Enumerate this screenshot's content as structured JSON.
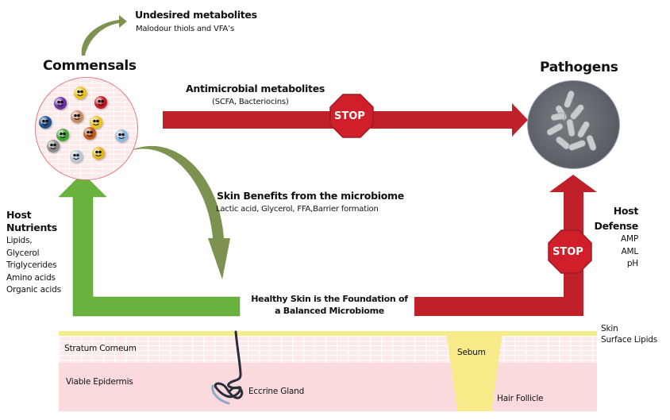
{
  "undesired": {
    "title": "Undesired metabolites",
    "subtitle": "Malodour thiols and VFA’s"
  },
  "commensals": {
    "title": "Commensals"
  },
  "pathogens": {
    "title": "Pathogens"
  },
  "antimicrobial": {
    "title": "Antimicrobial metabolites",
    "subtitle": "(SCFA, Bacteriocins)"
  },
  "skin_benefits": {
    "title": "Skin Benefits from the microbiome",
    "subtitle": "Lactic acid, Glycerol, FFA,Barrier formation"
  },
  "host_nutrients": {
    "title_line1": "Host",
    "title_line2": "Nutrients",
    "items": [
      "Lipids,",
      "Glycerol",
      "Triglycerides",
      "Amino acids",
      "Organic acids"
    ]
  },
  "host_defense": {
    "title_line1": "Host",
    "title_line2": "Defense",
    "items": [
      "AMP",
      "AML",
      "pH"
    ]
  },
  "healthy_skin": {
    "line1": "Healthy Skin is the Foundation of",
    "line2": "a Balanced Microbiome"
  },
  "stop_signs": {
    "top": "STOP",
    "right": "STOP"
  },
  "skin_layers": {
    "surface_lipids_line1": "Skin",
    "surface_lipids_line2": "Surface Lipids",
    "stratum_corneum": "Stratum Corneum",
    "viable_epidermis": "Viable Epidermis",
    "eccrine_gland": "Eccrine Gland",
    "sebum": "Sebum",
    "hair_follicle": "Hair Follicle"
  },
  "colors": {
    "green_arrow": "#6ab23e",
    "olive_arrow": "#7d9150",
    "red_arrow": "#c0202a",
    "stop_red": "#d01f2a",
    "lipid_yellow": "#f7ec8a",
    "epidermis_pink": "#fbdadd"
  },
  "microbes": [
    "#e8c21a",
    "#6a2fa0",
    "#c4161c",
    "#c98a64",
    "#1c4f8c",
    "#e8c21a",
    "#3fa535",
    "#c0561a",
    "#8fb8dc",
    "#8a8a8a",
    "#b9c6d6",
    "#e0b518"
  ]
}
